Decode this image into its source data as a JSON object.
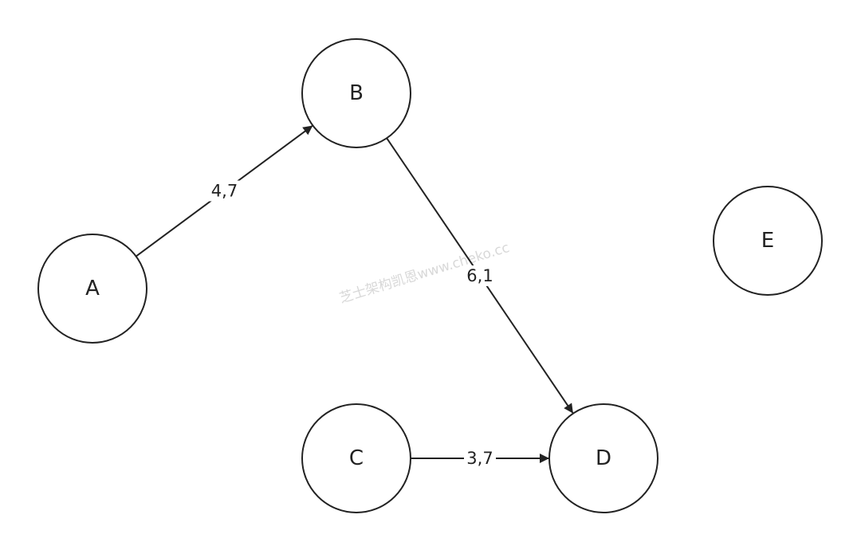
{
  "diagram": {
    "nodes": [
      {
        "id": "A",
        "label": "A"
      },
      {
        "id": "B",
        "label": "B"
      },
      {
        "id": "C",
        "label": "C"
      },
      {
        "id": "D",
        "label": "D"
      },
      {
        "id": "E",
        "label": "E"
      }
    ],
    "edges": [
      {
        "from": "A",
        "to": "B",
        "label": "4,7"
      },
      {
        "from": "B",
        "to": "D",
        "label": "6,1"
      },
      {
        "from": "C",
        "to": "D",
        "label": "3,7"
      }
    ],
    "watermark": "芝士架构凯恩www.cheko.cc"
  }
}
